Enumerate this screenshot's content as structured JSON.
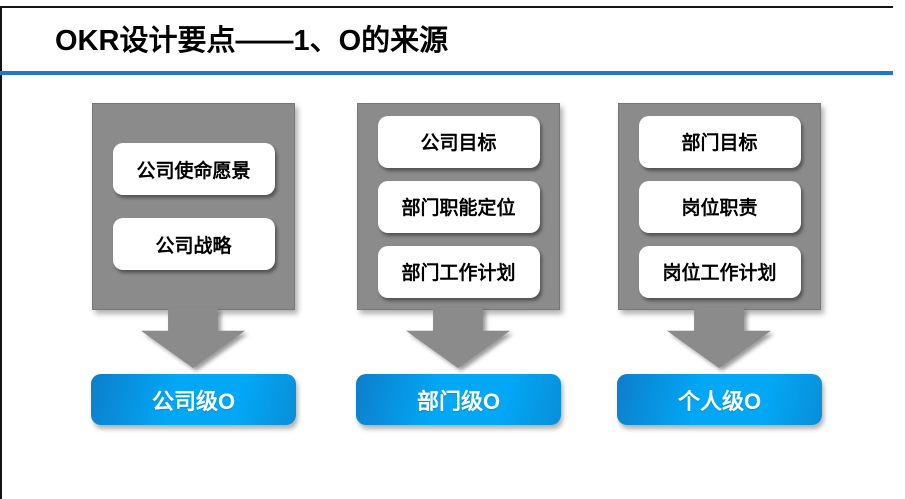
{
  "page": {
    "title": "OKR设计要点——1、O的来源"
  },
  "colors": {
    "divider_blue": "#1E79CC",
    "panel_gray": "#8B8B8B",
    "button_blue_dark": "#0D7ECB",
    "button_blue_light": "#02A7F5",
    "button_blue_mid": "#0A8ED8",
    "title_text": "#000000",
    "pill_text": "#000000",
    "badge_text": "#FFFFFF"
  },
  "columns": [
    {
      "name": "company",
      "items": [
        "公司使命愿景",
        "公司战略"
      ],
      "result": "公司级O"
    },
    {
      "name": "department",
      "items": [
        "公司目标",
        "部门职能定位",
        "部门工作计划"
      ],
      "result": "部门级O"
    },
    {
      "name": "individual",
      "items": [
        "部门目标",
        "岗位职责",
        "岗位工作计划"
      ],
      "result": "个人级O"
    }
  ]
}
